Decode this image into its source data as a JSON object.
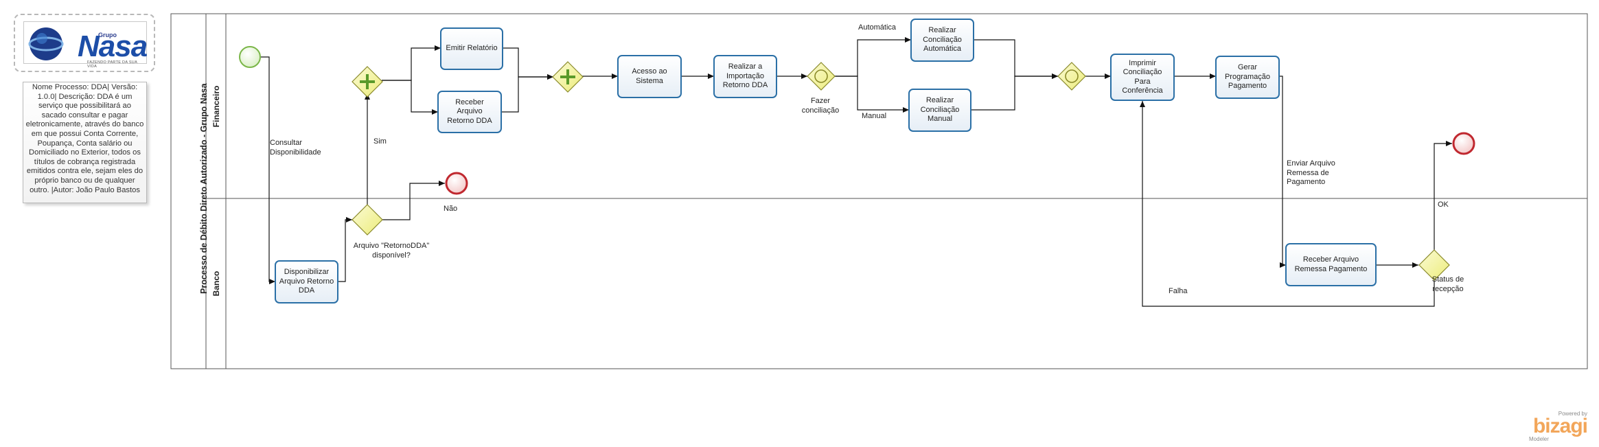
{
  "logo": {
    "brand_small": "Grupo",
    "brand_name": "Nasa",
    "tagline": "FAZENDO PARTE DA SUA VIDA"
  },
  "annotation": {
    "text": "Nome Processo: DDA| Versão: 1.0.0| Descrição: DDA é um serviço que possibilitará ao sacado consultar e pagar eletronicamente, através do banco em que possui Conta Corrente, Poupança, Conta salário ou Domiciliado no Exterior, todos os títulos de cobrança registrada emitidos contra ele, sejam eles do próprio banco ou de qualquer outro. |Autor: João Paulo Bastos"
  },
  "pool": {
    "title": "Processo de Débito Direto Autorizado - Grupo Nasa",
    "lanes": [
      "Financeiro",
      "Banco"
    ]
  },
  "tasks": {
    "emitir": "Emitir Relatório",
    "receber_arquivo": "Receber Arquivo Retorno DDA",
    "acesso": "Acesso ao Sistema",
    "importacao": "Realizar a Importação Retorno DDA",
    "conc_auto": "Realizar Conciliação Automática",
    "conc_manual": "Realizar Conciliação Manual",
    "imprimir": "Imprimir Conciliação Para Conferência",
    "gerar": "Gerar Programação Pagamento",
    "disponibilizar": "Disponibilizar Arquivo Retorno DDA",
    "receber_remessa": "Receber Arquivo Remessa Pagamento"
  },
  "labels": {
    "consultar": "Consultar Disponibilidade",
    "sim": "Sim",
    "nao": "Não",
    "gateway_q": "Arquivo \"RetornoDDA\" disponível?",
    "automatica": "Automática",
    "manual": "Manual",
    "fazer": "Fazer conciliação",
    "enviar": "Enviar Arquivo Remessa de Pagamento",
    "ok": "OK",
    "falha": "Falha",
    "status": "Status de recepção"
  },
  "footer": {
    "powered_by": "Powered by",
    "brand": "bizagi",
    "product": "Modeler"
  },
  "colors": {
    "task_border": "#2a6fa6",
    "gateway_fill": "#f4f4a8",
    "start_event": "#7ab648",
    "end_event": "#c0282f"
  }
}
